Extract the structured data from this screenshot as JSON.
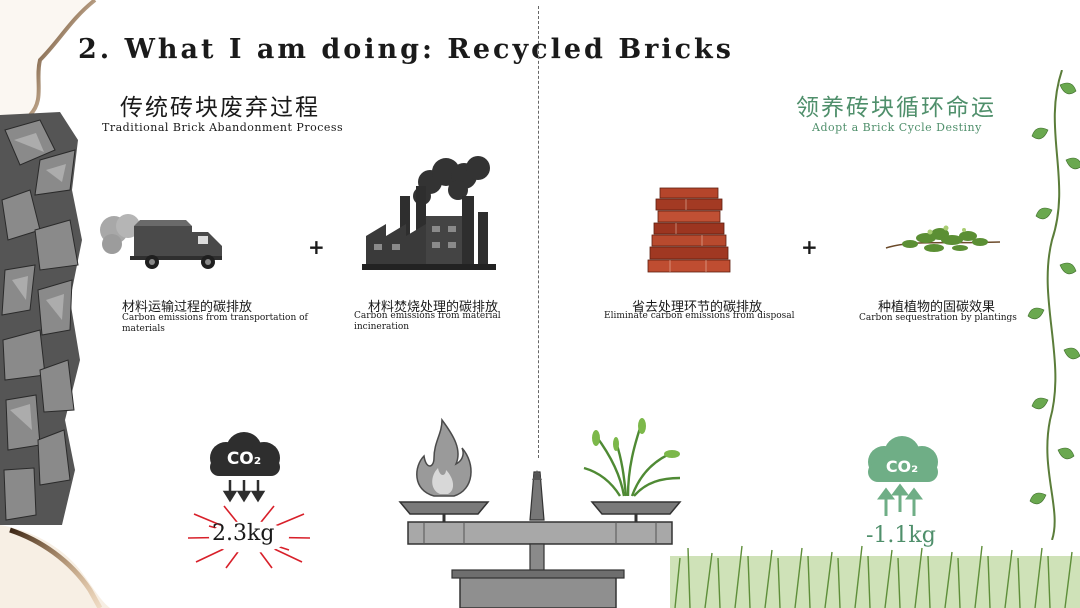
{
  "title": "2. What I am doing: Recycled Bricks",
  "left_section": {
    "title_zh": "传统砖块废弃过程",
    "title_en": "Traditional Brick Abandonment Process",
    "item1": {
      "zh": "材料运输过程的碳排放",
      "en": "Carbon emissions from transportation of materials"
    },
    "item2": {
      "zh": "材料焚烧处理的碳排放",
      "en": "Carbon emissions from material incineration"
    },
    "plus": "+",
    "cloud_label": "CO₂",
    "value": "2.3kg"
  },
  "right_section": {
    "title_zh": "领养砖块循环命运",
    "title_en": "Adopt a Brick Cycle Destiny",
    "item1": {
      "zh": "省去处理环节的碳排放",
      "en": "Eliminate carbon emissions from disposal"
    },
    "item2": {
      "zh": "种植植物的固碳效果",
      "en": "Carbon sequestration by plantings"
    },
    "plus": "+",
    "cloud_label": "CO₂",
    "value": "-1.1kg"
  },
  "colors": {
    "accent_green": "#4f8f6b",
    "cloud_dark": "#2e2e2e",
    "cloud_green": "#6fae86",
    "burst_red": "#d8202a"
  }
}
